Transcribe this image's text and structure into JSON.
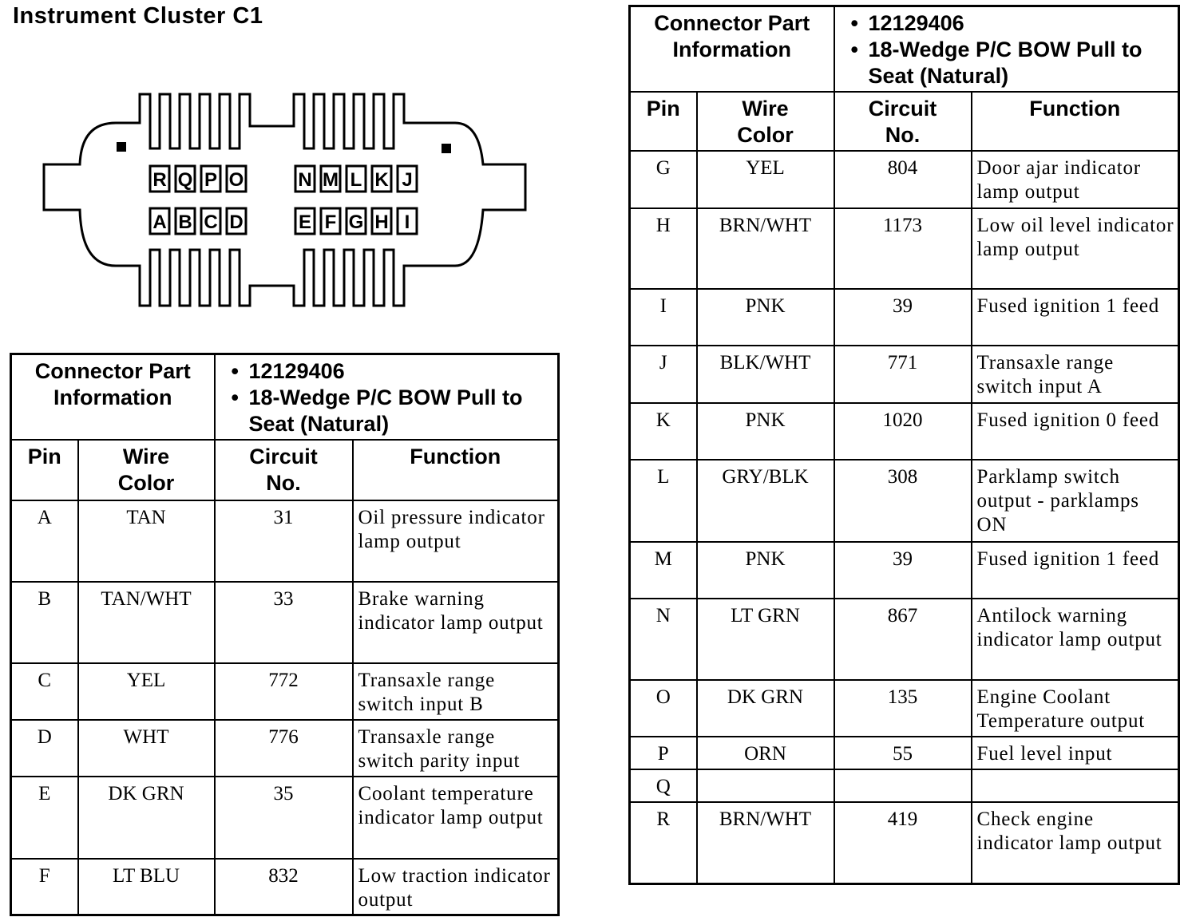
{
  "title": "Instrument Cluster C1",
  "connector": {
    "top_row_left": [
      "R",
      "Q",
      "P",
      "O"
    ],
    "top_row_right": [
      "N",
      "M",
      "L",
      "K",
      "J"
    ],
    "bottom_row_left": [
      "A",
      "B",
      "C",
      "D"
    ],
    "bottom_row_right": [
      "E",
      "F",
      "G",
      "H",
      "I"
    ]
  },
  "table_headers": {
    "connector_part_information": "Connector Part Information",
    "part_number": "12129406",
    "part_desc": "18-Wedge P/C BOW Pull to Seat (Natural)",
    "pin": "Pin",
    "wire_color": "Wire Color",
    "circuit_no": "Circuit No.",
    "function": "Function"
  },
  "left_rows": [
    {
      "pin": "A",
      "color": "TAN",
      "circuit": "31",
      "function": "Oil pressure indicator lamp output"
    },
    {
      "pin": "B",
      "color": "TAN/WHT",
      "circuit": "33",
      "function": "Brake warning indicator lamp output"
    },
    {
      "pin": "C",
      "color": "YEL",
      "circuit": "772",
      "function": "Transaxle range switch input B"
    },
    {
      "pin": "D",
      "color": "WHT",
      "circuit": "776",
      "function": "Transaxle range switch parity input"
    },
    {
      "pin": "E",
      "color": "DK GRN",
      "circuit": "35",
      "function": "Coolant temperature indicator lamp output"
    },
    {
      "pin": "F",
      "color": "LT BLU",
      "circuit": "832",
      "function": "Low traction indicator output"
    }
  ],
  "right_rows": [
    {
      "pin": "G",
      "color": "YEL",
      "circuit": "804",
      "function": "Door ajar indicator lamp output"
    },
    {
      "pin": "H",
      "color": "BRN/WHT",
      "circuit": "1173",
      "function": "Low oil level indicator lamp output"
    },
    {
      "pin": "I",
      "color": "PNK",
      "circuit": "39",
      "function": "Fused ignition 1 feed"
    },
    {
      "pin": "J",
      "color": "BLK/WHT",
      "circuit": "771",
      "function": "Transaxle range switch input A"
    },
    {
      "pin": "K",
      "color": "PNK",
      "circuit": "1020",
      "function": "Fused ignition 0 feed"
    },
    {
      "pin": "L",
      "color": "GRY/BLK",
      "circuit": "308",
      "function": "Parklamp switch output - parklamps ON"
    },
    {
      "pin": "M",
      "color": "PNK",
      "circuit": "39",
      "function": "Fused ignition 1 feed"
    },
    {
      "pin": "N",
      "color": "LT GRN",
      "circuit": "867",
      "function": "Antilock warning indicator lamp output"
    },
    {
      "pin": "O",
      "color": "DK GRN",
      "circuit": "135",
      "function": "Engine Coolant Temperature output"
    },
    {
      "pin": "P",
      "color": "ORN",
      "circuit": "55",
      "function": "Fuel level input"
    },
    {
      "pin": "Q",
      "color": "",
      "circuit": "",
      "function": ""
    },
    {
      "pin": "R",
      "color": "BRN/WHT",
      "circuit": "419",
      "function": "Check engine indicator lamp output"
    }
  ]
}
